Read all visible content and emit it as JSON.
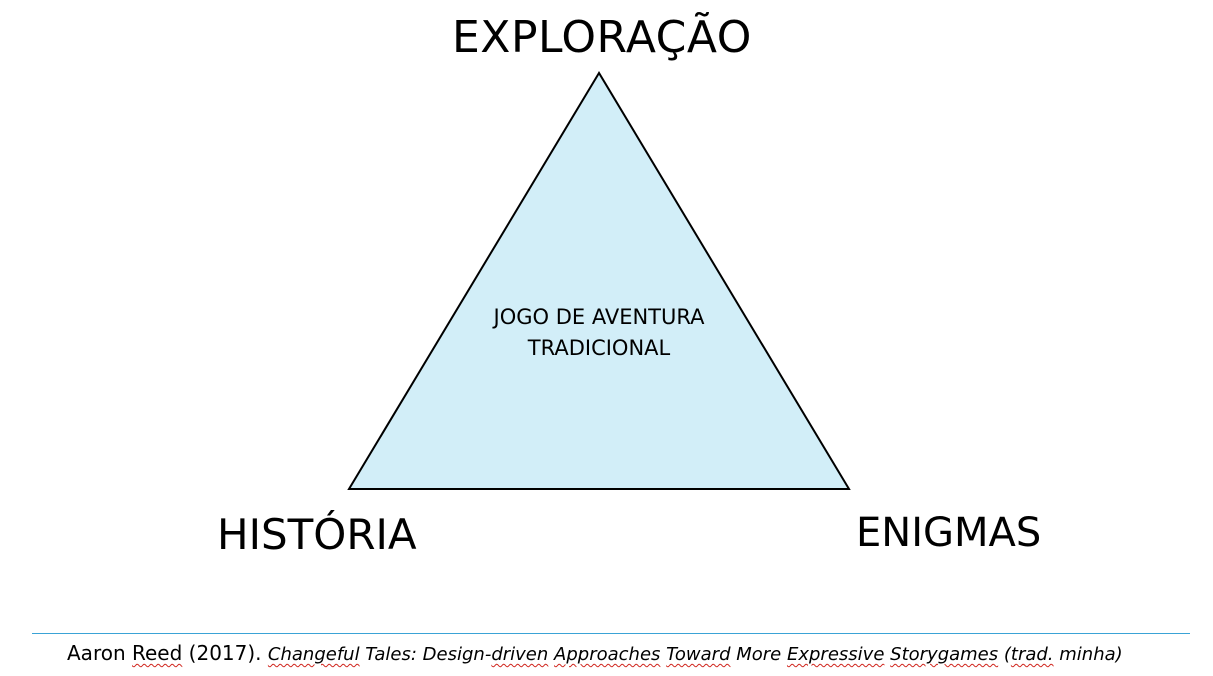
{
  "diagram": {
    "vertices": {
      "top": "EXPLORAÇÃO",
      "bottom_left": "HISTÓRIA",
      "bottom_right": "ENIGMAS"
    },
    "center_text_line1": "JOGO DE AVENTURA",
    "center_text_line2": "TRADICIONAL",
    "triangle_fill": "#d2eef8",
    "triangle_stroke": "#000000"
  },
  "citation": {
    "author_first": "Aaron",
    "author_last": "Reed",
    "year": "(2017).",
    "title_parts": [
      {
        "text": "Changeful",
        "flag": true
      },
      {
        "text": " Tales: Design-",
        "flag": false
      },
      {
        "text": "driven",
        "flag": true
      },
      {
        "text": " ",
        "flag": false
      },
      {
        "text": "Approaches",
        "flag": true
      },
      {
        "text": " ",
        "flag": false
      },
      {
        "text": "Toward",
        "flag": true
      },
      {
        "text": " More ",
        "flag": false
      },
      {
        "text": "Expressive",
        "flag": true
      },
      {
        "text": " ",
        "flag": false
      },
      {
        "text": "Storygames",
        "flag": true
      },
      {
        "text": " (",
        "flag": false
      },
      {
        "text": "trad.",
        "flag": true
      },
      {
        "text": " minha)",
        "flag": false
      }
    ],
    "divider_color": "#3aa3d6"
  }
}
